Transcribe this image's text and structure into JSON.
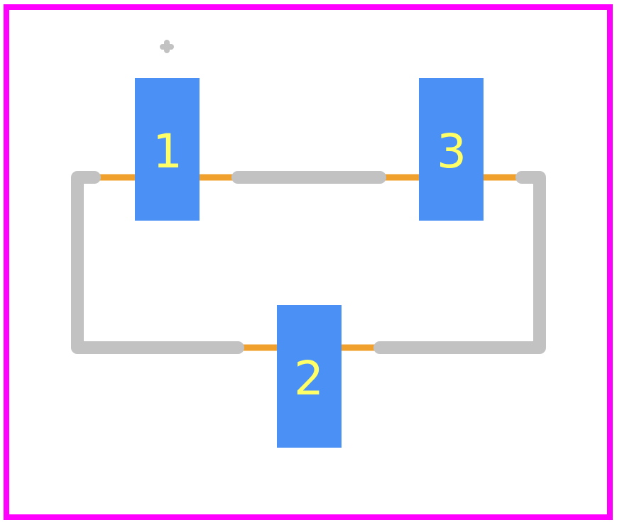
{
  "footprint": {
    "pads": [
      {
        "id": "pad-1",
        "label": "1"
      },
      {
        "id": "pad-2",
        "label": "2"
      },
      {
        "id": "pad-3",
        "label": "3"
      }
    ],
    "pin1_marker": "crosshair-marker"
  },
  "colors": {
    "courtyard": "#ff00ff",
    "pad_fill": "#4a90f5",
    "pad_label": "#ffff66",
    "silkscreen": "#c2c2c2",
    "fab_lead": "#f0a02c",
    "background": "#ffffff"
  }
}
